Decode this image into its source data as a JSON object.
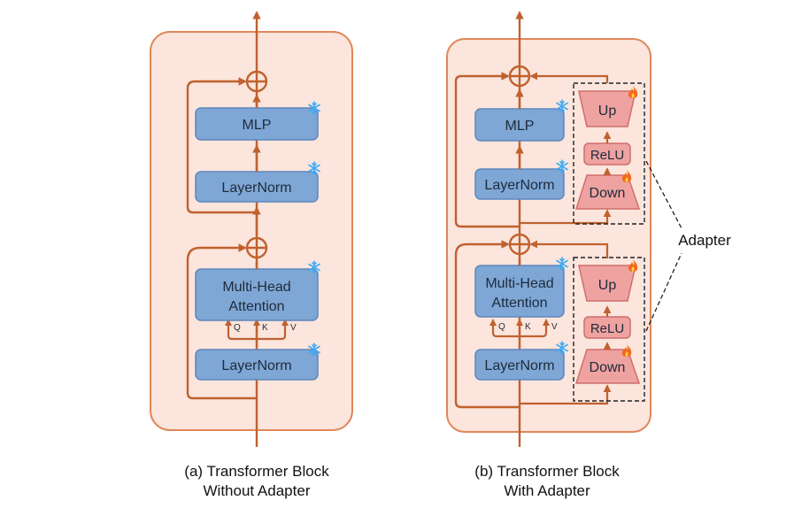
{
  "panel_a": {
    "blocks": {
      "mlp": "MLP",
      "layernorm_top": "LayerNorm",
      "mha_line1": "Multi-Head",
      "mha_line2": "Attention",
      "layernorm_bottom": "LayerNorm"
    },
    "qkv": [
      "Q",
      "K",
      "V"
    ],
    "caption_line1": "(a) Transformer Block",
    "caption_line2": "Without Adapter"
  },
  "panel_b": {
    "blocks": {
      "mlp": "MLP",
      "layernorm_top": "LayerNorm",
      "mha_line1": "Multi-Head",
      "mha_line2": "Attention",
      "layernorm_bottom": "LayerNorm"
    },
    "qkv": [
      "Q",
      "K",
      "V"
    ],
    "adapter_top": {
      "up": "Up",
      "relu": "ReLU",
      "down": "Down"
    },
    "adapter_bottom": {
      "up": "Up",
      "relu": "ReLU",
      "down": "Down"
    },
    "adapter_label": "Adapter",
    "caption_line1": "(b) Transformer Block",
    "caption_line2": "With Adapter"
  },
  "colors": {
    "panel_fill": "#fbe5dc",
    "panel_stroke": "#e0875a",
    "arrow": "#c0612f",
    "block_fill": "#7ea7d6",
    "block_stroke": "#5d87bb",
    "adapter_fill": "#eea3a1",
    "adapter_stroke": "#d06e6b",
    "frozen_icon": "#3fa9f5",
    "trainable_icon": "#f26a1b"
  },
  "icons": {
    "frozen": "snowflake-icon",
    "trainable": "fire-icon"
  }
}
